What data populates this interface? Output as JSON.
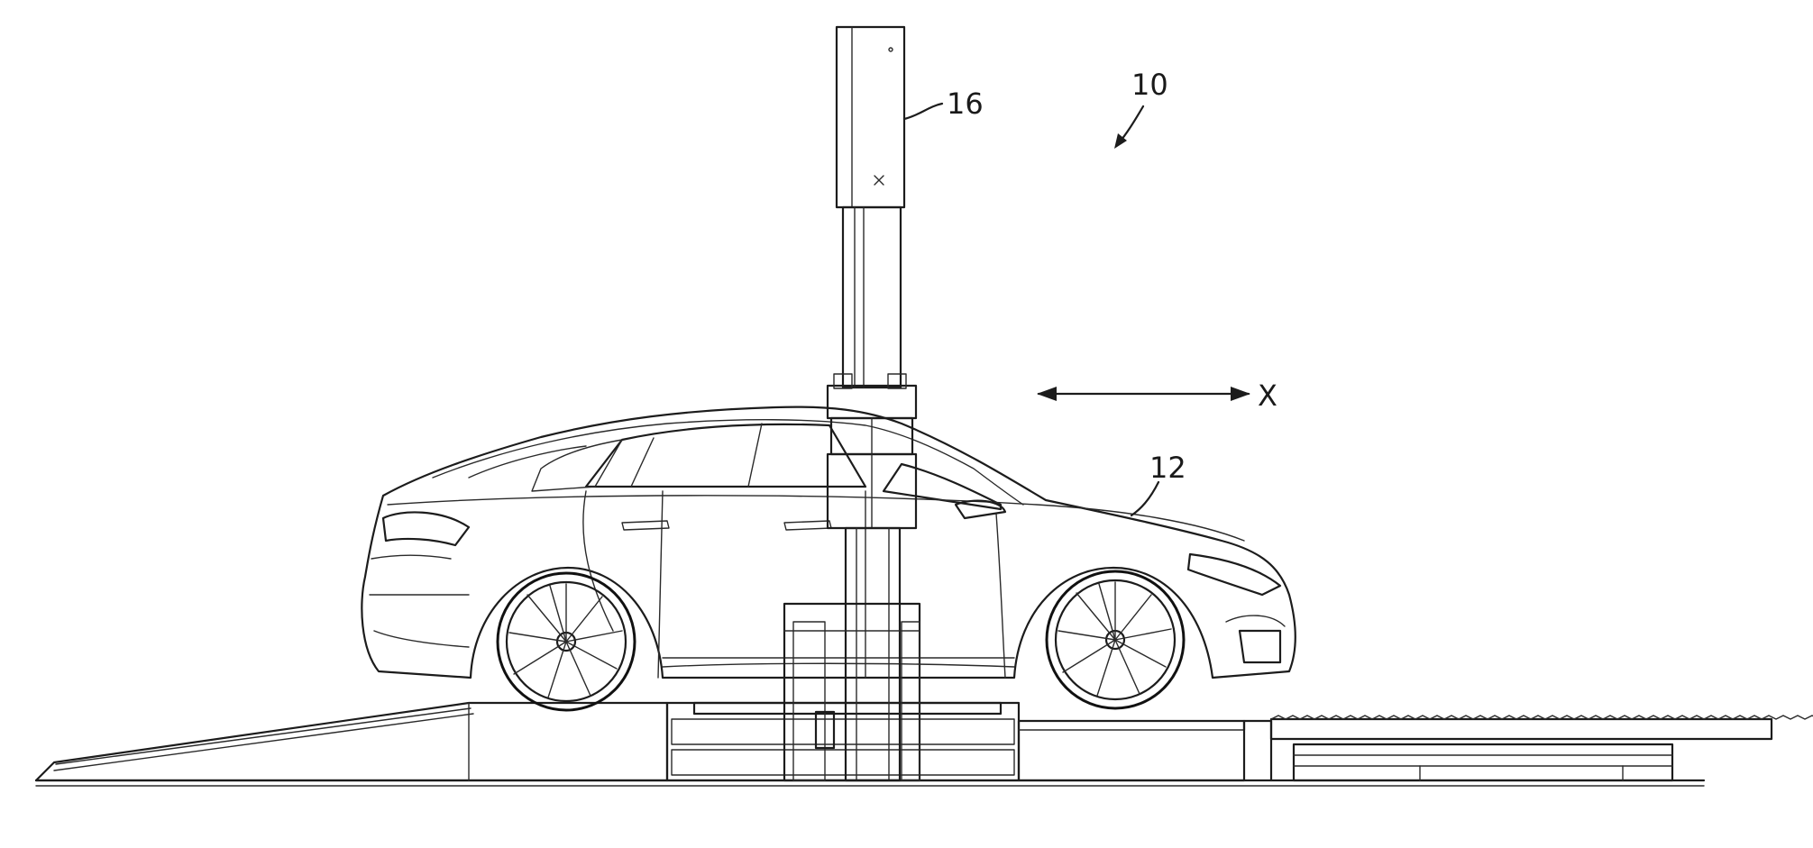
{
  "figure": {
    "labels": {
      "system": "10",
      "column": "16",
      "vehicle": "12",
      "axis": "X"
    }
  }
}
